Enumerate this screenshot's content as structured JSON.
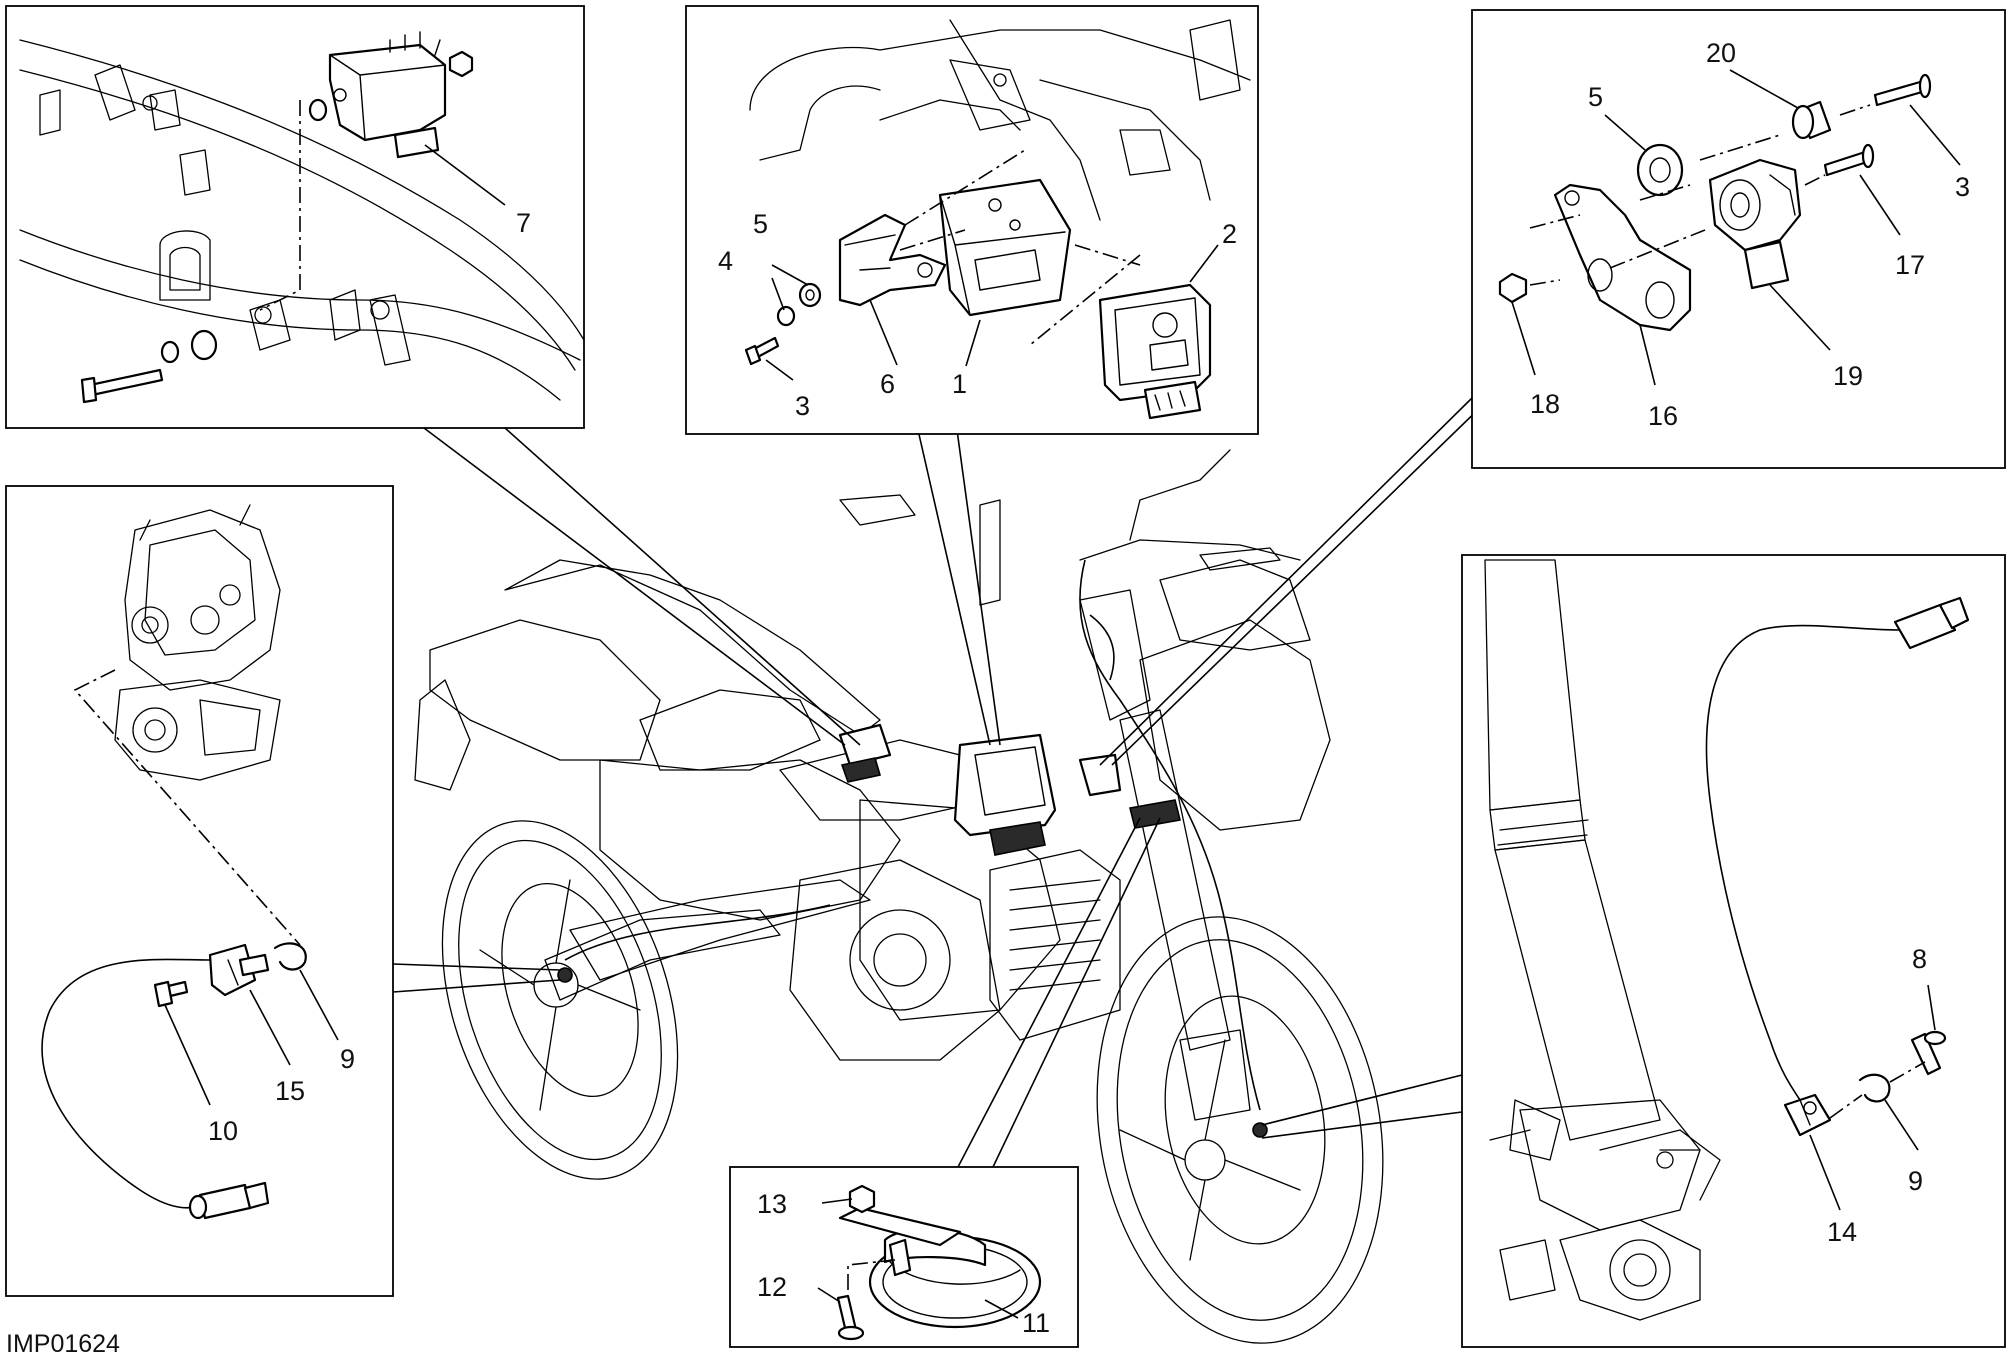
{
  "drawing_code": "IMP01624",
  "insets": {
    "top_left": {
      "callouts": [
        "7"
      ]
    },
    "top_center": {
      "callouts": [
        "5",
        "4",
        "3",
        "6",
        "1",
        "2"
      ]
    },
    "top_right": {
      "callouts": [
        "20",
        "5",
        "3",
        "17",
        "18",
        "16",
        "19"
      ]
    },
    "left": {
      "callouts": [
        "9",
        "15",
        "10"
      ]
    },
    "bottom_center": {
      "callouts": [
        "13",
        "12",
        "11"
      ]
    },
    "right": {
      "callouts": [
        "8",
        "9",
        "14"
      ]
    }
  }
}
